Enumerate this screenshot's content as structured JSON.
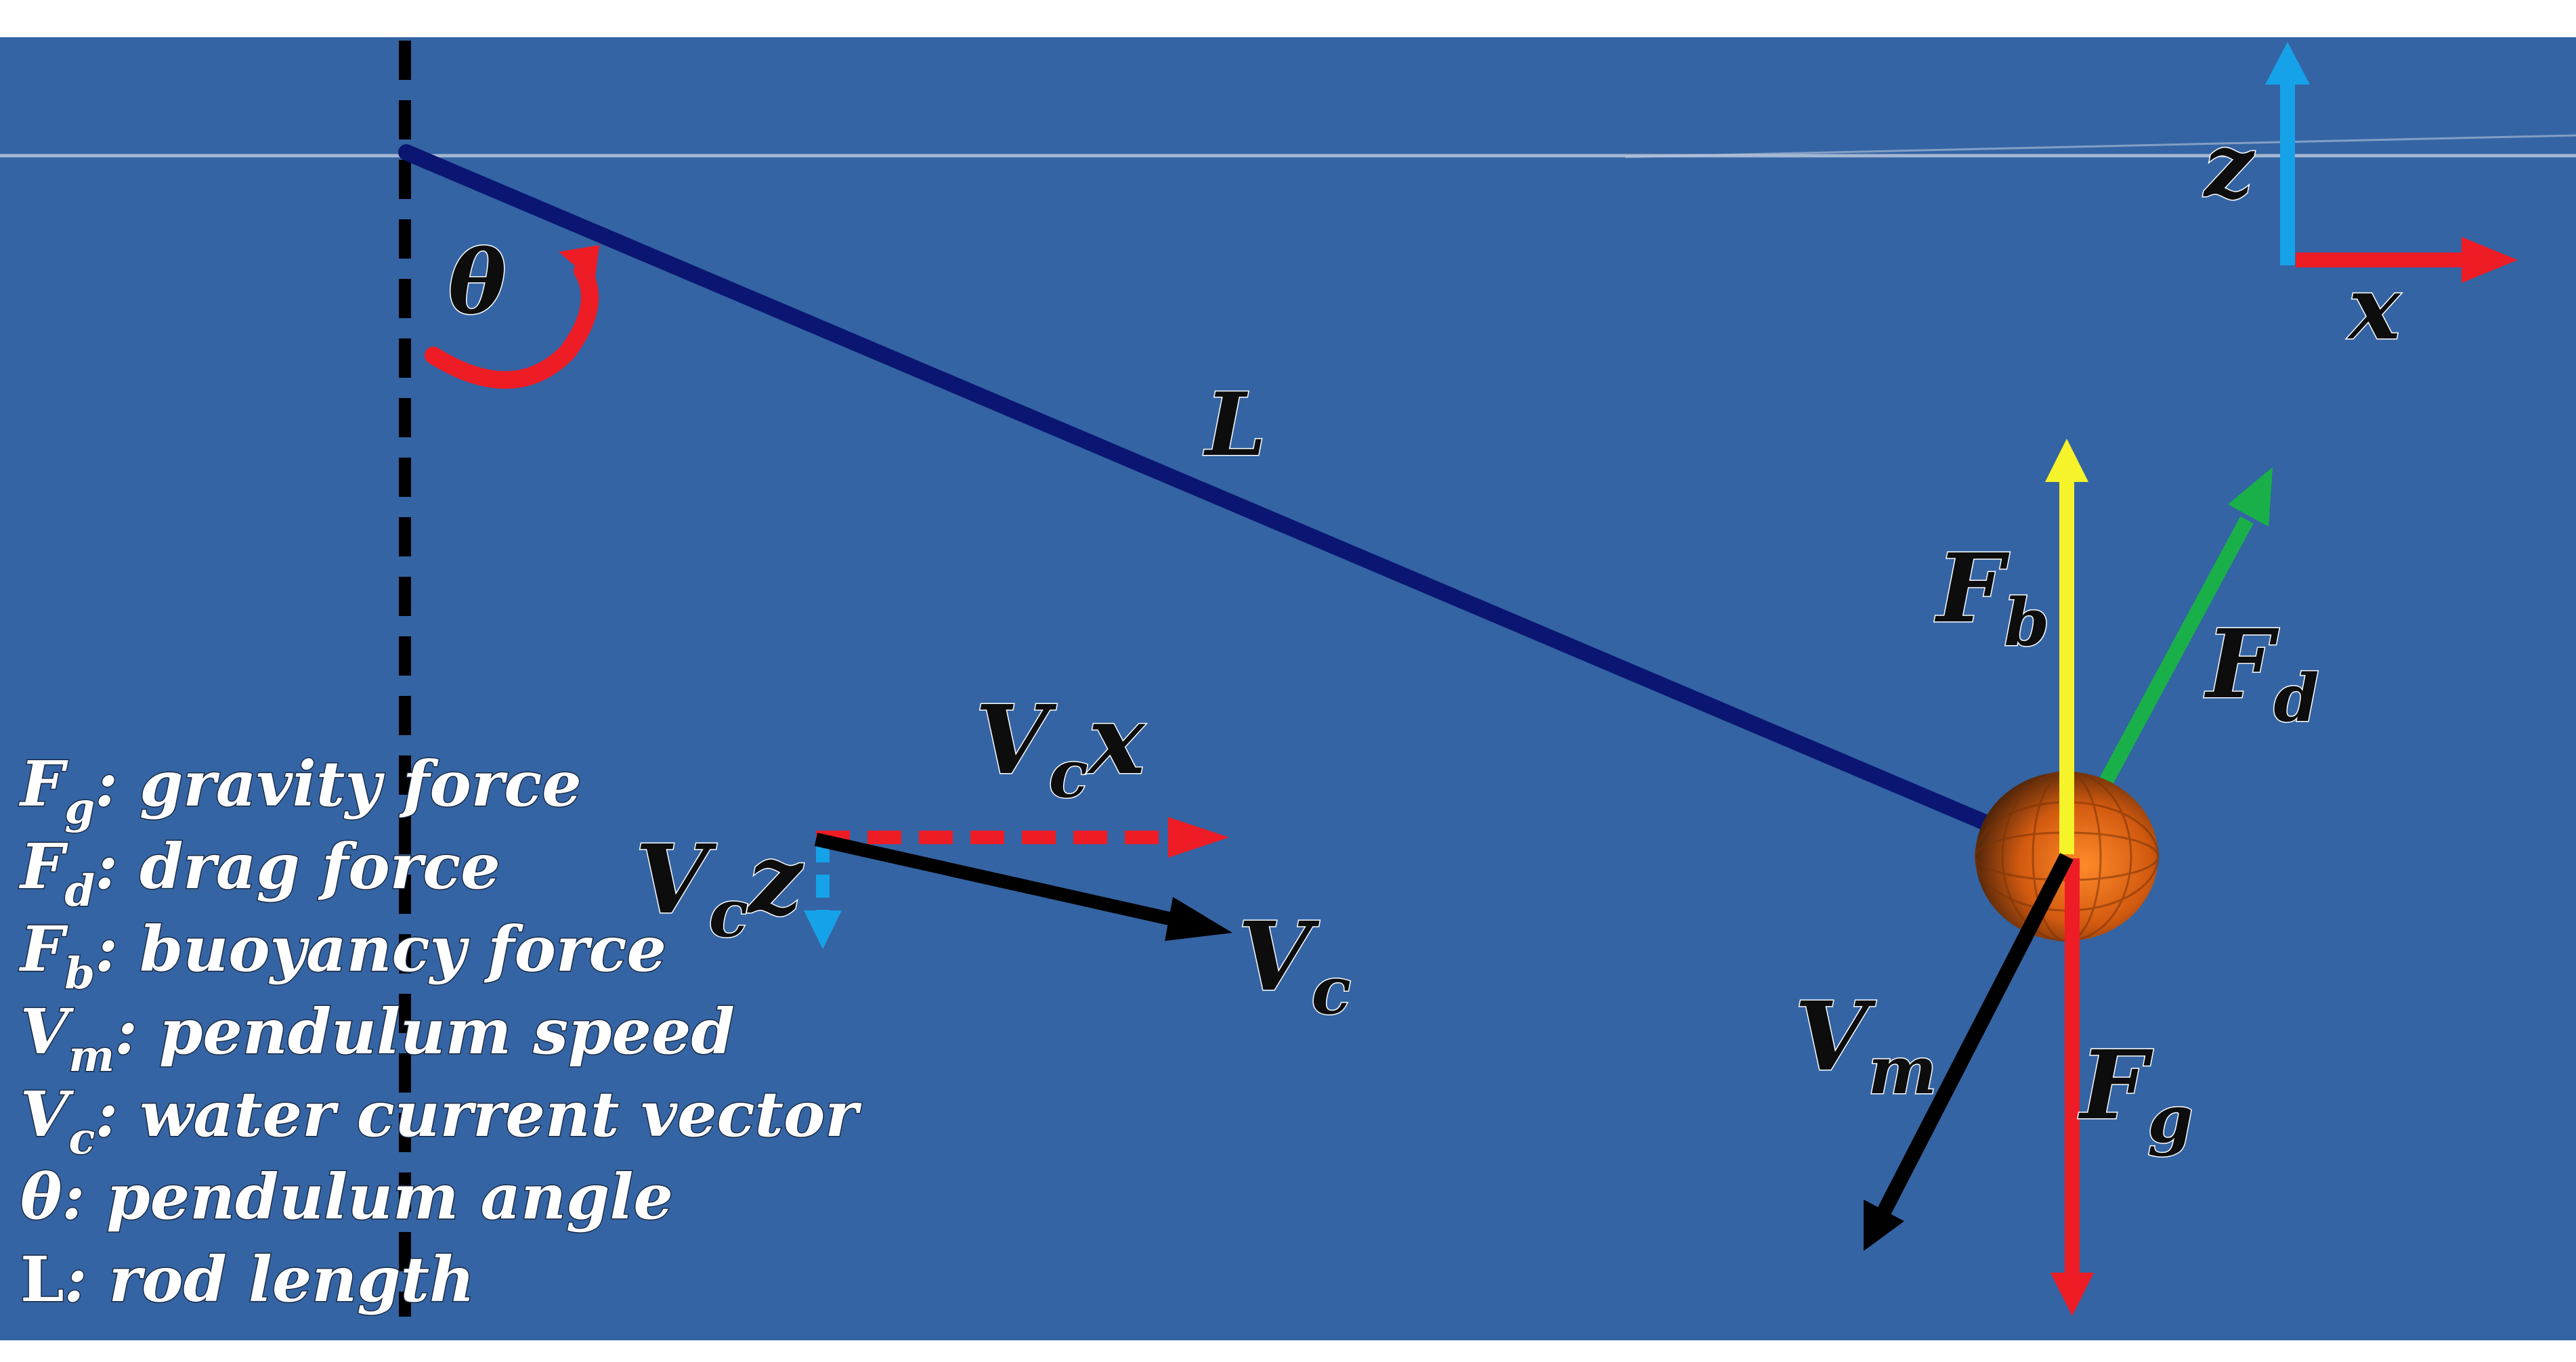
{
  "colors": {
    "background": "#3464a3",
    "rod": "#0a1672",
    "gravity": "#ee1c25",
    "buoyancy": "#f7f32a",
    "drag": "#19b04a",
    "axis_z": "#16a2e8",
    "axis_x": "#ee1c25",
    "velocity": "#000000",
    "angle": "#ee1c25",
    "mass": "#e86a16"
  },
  "icons": {
    "mass": "faceted-sphere",
    "angle": "curved-arrow"
  },
  "labels": {
    "theta": "θ",
    "rod": "L",
    "axis_z": "z",
    "axis_x": "x",
    "fb": {
      "main": "F",
      "sub": "b"
    },
    "fd": {
      "main": "F",
      "sub": "d"
    },
    "fg": {
      "main": "F",
      "sub": "g"
    },
    "vm": {
      "main": "V",
      "sub": "m"
    },
    "vc": {
      "main": "V",
      "sub": "c"
    },
    "vcx": {
      "main": "V",
      "sub": "c",
      "suffix": "x"
    },
    "vcz": {
      "main": "V",
      "sub": "c",
      "suffix": "z"
    }
  },
  "legend": [
    {
      "sym": "F",
      "sub": "g",
      "text": ": gravity force"
    },
    {
      "sym": "F",
      "sub": "d",
      "text": ": drag force"
    },
    {
      "sym": "F",
      "sub": "b",
      "text": ": buoyancy force"
    },
    {
      "sym": "V",
      "sub": "m",
      "text": ": pendulum speed"
    },
    {
      "sym": "V",
      "sub": "c",
      "text": ": water current vector"
    },
    {
      "sym": "θ",
      "sub": "",
      "text": ": pendulum angle"
    },
    {
      "sym": "L",
      "sub": "",
      "text": ": rod length"
    }
  ]
}
